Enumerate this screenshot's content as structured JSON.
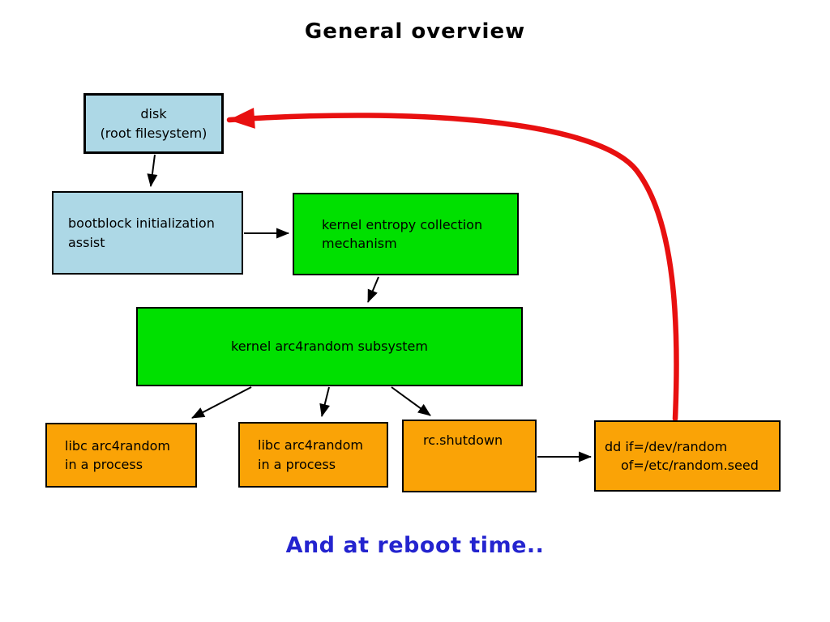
{
  "slide": {
    "title": "General overview",
    "footer": "And at reboot time.."
  },
  "colors": {
    "disk_box_blue": "#ADD8E6",
    "kernel_box_green": "#00E000",
    "process_box_orange": "#FAA306",
    "reboot_arrow_red": "#E81010",
    "footer_text_blue": "#2424CF",
    "connector_black": "#000000"
  },
  "boxes": {
    "disk": {
      "line1": "disk",
      "line2": "(root filesystem)"
    },
    "bootblock": {
      "line1": "bootblock initialization",
      "line2": "assist"
    },
    "entropy": {
      "line1": "kernel entropy collection",
      "line2": "mechanism"
    },
    "arc4random": {
      "line1": "kernel arc4random subsystem"
    },
    "libc_process_1": {
      "line1": "libc arc4random",
      "line2": "in a process"
    },
    "libc_process_2": {
      "line1": "libc arc4random",
      "line2": "in a process"
    },
    "rc_shutdown": {
      "line1": "rc.shutdown"
    },
    "dd_seed": {
      "line1": "dd if=/dev/random",
      "line2": "of=/etc/random.seed"
    }
  }
}
